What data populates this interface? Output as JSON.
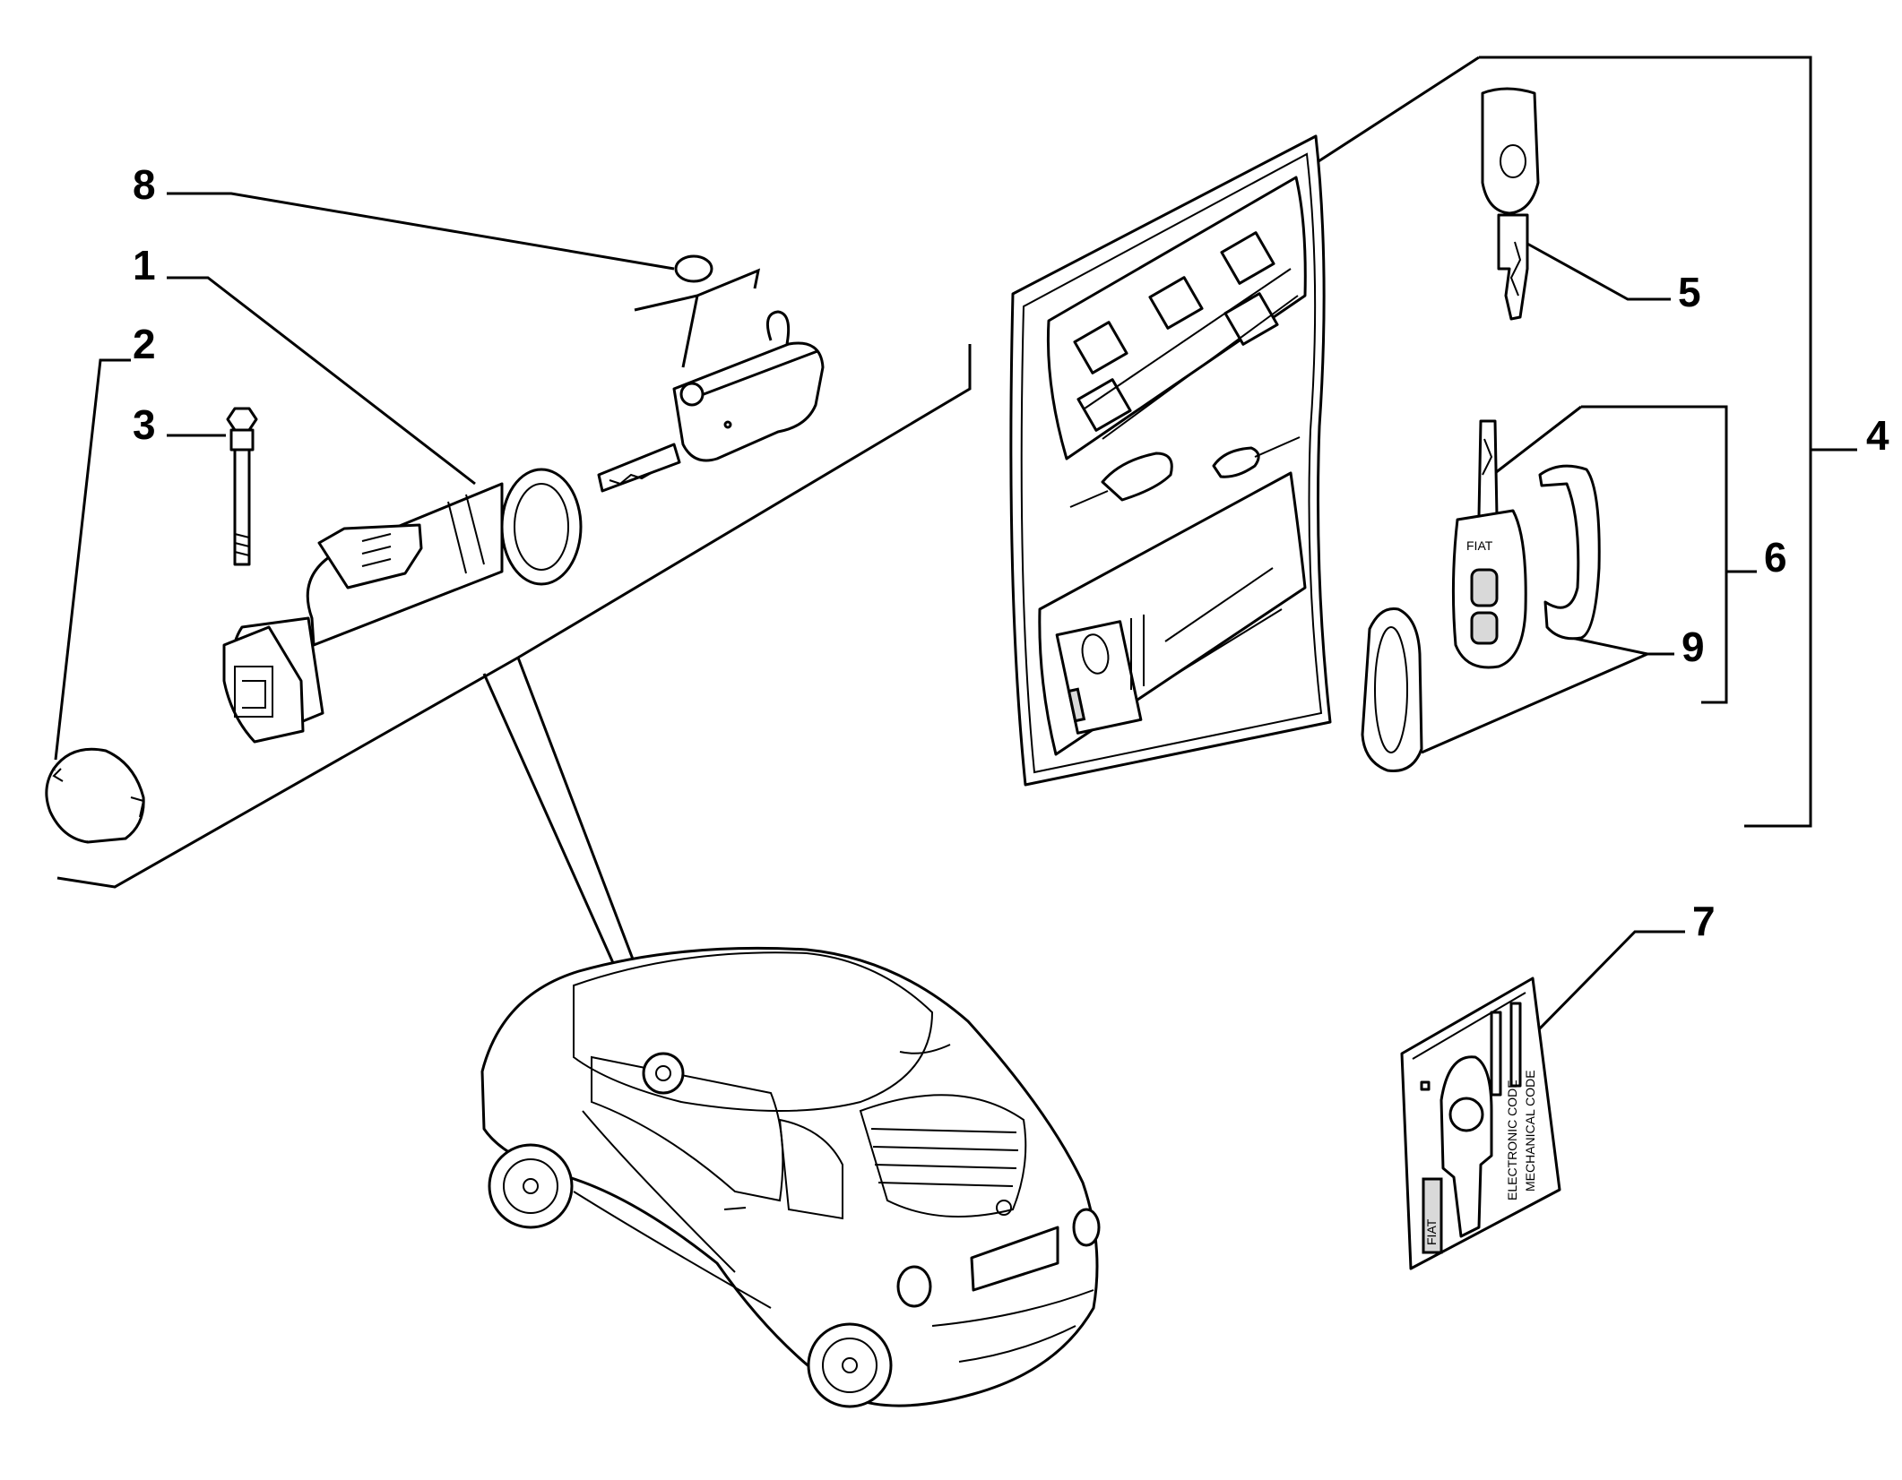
{
  "callouts": [
    {
      "id": "8",
      "label": "8"
    },
    {
      "id": "1",
      "label": "1"
    },
    {
      "id": "2",
      "label": "2"
    },
    {
      "id": "3",
      "label": "3"
    },
    {
      "id": "5",
      "label": "5"
    },
    {
      "id": "4",
      "label": "4"
    },
    {
      "id": "6",
      "label": "6"
    },
    {
      "id": "9",
      "label": "9"
    },
    {
      "id": "7",
      "label": "7"
    }
  ],
  "fob_brand": "FIAT",
  "card_brand": "FIAT",
  "card_text_1": "ELECTRONIC CODE",
  "card_text_2": "MECHANICAL CODE"
}
